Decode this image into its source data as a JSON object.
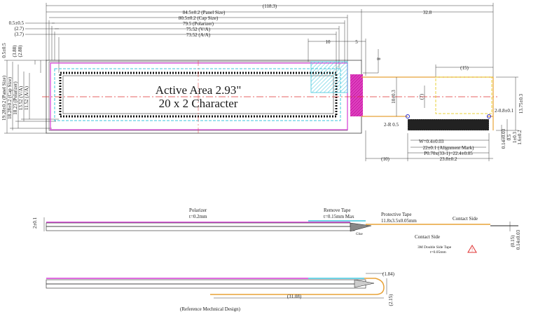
{
  "colors": {
    "outline": "#222222",
    "polarizer": "#d63bd6",
    "protective_tape": "#e8a237",
    "cyan_frame": "#3ec6dd",
    "hatch_cyan": "#5fd3e2",
    "magenta_fill": "#e040c0",
    "red_axis": "#e03030",
    "yellow_dash": "#e8d23a",
    "connector_blue": "#2a2ad0"
  },
  "top_view": {
    "active_area_line1": "Active Area 2.93\"",
    "active_area_line2": "20 x 2 Character",
    "horizontal_dims": [
      {
        "label": "(118.3)"
      },
      {
        "label": "84.5±0.2 (Panel Size)"
      },
      {
        "label": "80.5±0.2 (Cap Size)"
      },
      {
        "label": "79.5 (Polarizer)"
      },
      {
        "label": "75.52 (V/A)"
      },
      {
        "label": "73.52 (A/A)"
      },
      {
        "label": "0.5±0.5"
      },
      {
        "label": "(2.7)"
      },
      {
        "label": "(3.7)"
      },
      {
        "label": "32.8"
      },
      {
        "label": "10"
      },
      {
        "label": "5"
      },
      {
        "label": "(15)"
      }
    ],
    "vertical_dims": [
      {
        "label": "0.5±0.5"
      },
      {
        "label": "(3.88)"
      },
      {
        "label": "(2.88)"
      },
      {
        "label": "19.28±0.2 (Panel Size)"
      },
      {
        "label": "18.28±0.2 (Cap Size)"
      },
      {
        "label": "18.23 (Polarizer)"
      },
      {
        "label": "13.52 (V/A)"
      },
      {
        "label": "11.52 (A/A)"
      },
      {
        "label": "8"
      },
      {
        "label": "10±0.3"
      },
      {
        "label": "(7)"
      },
      {
        "label": "13.75±0.3"
      },
      {
        "label": "1.6±0.2"
      },
      {
        "label": "1±0.3"
      },
      {
        "label": "0.5"
      },
      {
        "label": "0.14±0.03"
      }
    ],
    "fpc_dims": [
      {
        "label": "2-0.8±0.1"
      },
      {
        "label": "2-R 0.5"
      },
      {
        "label": "W=0.4±0.03"
      },
      {
        "label": "22±0.1 (Alignment Mark)"
      },
      {
        "label": "P0.70x(33-1)=22.4±0.05"
      },
      {
        "label": "23.8±0.2"
      },
      {
        "label": "(10)"
      }
    ]
  },
  "side_view_1": {
    "thickness": "2±0.1",
    "polarizer": "Polarizer",
    "polarizer_t": "t=0.2mm",
    "remove_tape": "Remove Tape",
    "remove_tape_t": "t=0.15mm Max",
    "protective_tape": "Protective Tape",
    "protective_tape_size": "11.8x3.5x0.05mm",
    "glue": "Glue",
    "contact_side_top": "Contact Side",
    "contact_side_bottom": "Contact Side",
    "double_side_tape": "3M Double Side Tape",
    "double_side_tape_t": "t=0.05mm",
    "fpc_thickness": "0.14±0.03",
    "fpc_thickness2": "(0.15)"
  },
  "side_view_2": {
    "dim_a": "(1.84)",
    "dim_b": "(31.08)",
    "dim_c": "(2.15)"
  },
  "caption": "(Reference Mechnical Design)"
}
